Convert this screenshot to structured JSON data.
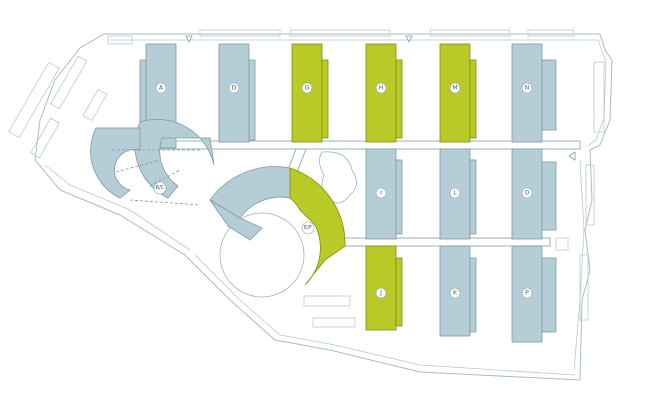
{
  "map": {
    "buildings": [
      {
        "id": "A",
        "label": "A",
        "color": "blue"
      },
      {
        "id": "BC",
        "label": "B/C",
        "color": "blue"
      },
      {
        "id": "D",
        "label": "D",
        "color": "blue"
      },
      {
        "id": "EF",
        "label": "E/F",
        "color": "mixed"
      },
      {
        "id": "G",
        "label": "G",
        "color": "green"
      },
      {
        "id": "H",
        "label": "H",
        "color": "green"
      },
      {
        "id": "I",
        "label": "I",
        "color": "blue"
      },
      {
        "id": "J",
        "label": "J",
        "color": "green"
      },
      {
        "id": "K",
        "label": "K",
        "color": "blue"
      },
      {
        "id": "L",
        "label": "L",
        "color": "blue"
      },
      {
        "id": "M",
        "label": "M",
        "color": "green"
      },
      {
        "id": "N",
        "label": "N",
        "color": "blue"
      },
      {
        "id": "O",
        "label": "O",
        "color": "blue"
      },
      {
        "id": "P",
        "label": "P",
        "color": "blue"
      }
    ],
    "colors": {
      "blue_building": "#b5cdd6",
      "green_building": "#b8c928",
      "outline": "#a9bcc4"
    }
  }
}
